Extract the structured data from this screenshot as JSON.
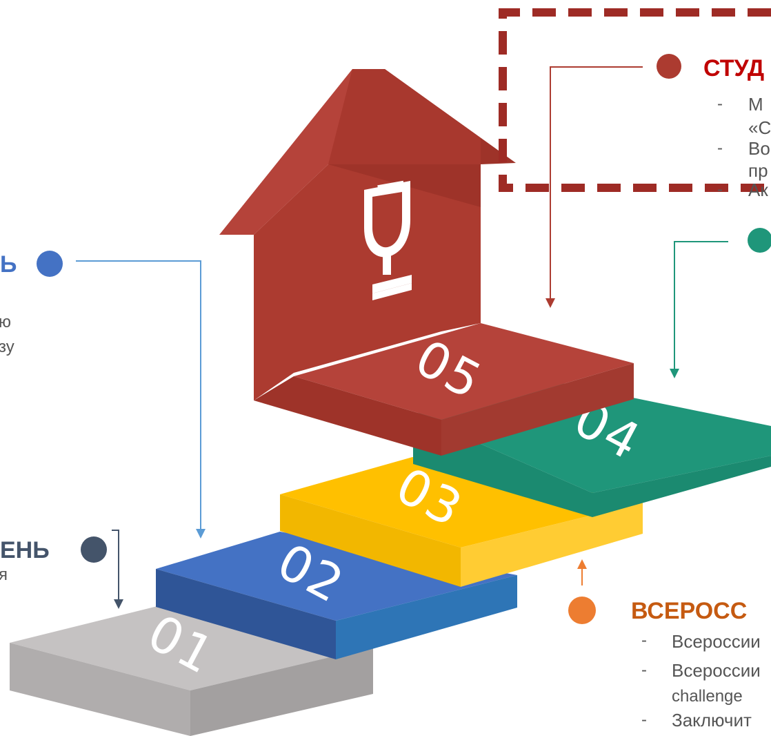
{
  "colors": {
    "step1": "#b0adad",
    "step2": "#4472c4",
    "step3": "#ffc000",
    "step4": "#1f967a",
    "step5": "#ac3b30",
    "frame": "#9e2b25",
    "blue_dot": "#4472c4",
    "navy_dot": "#44546a",
    "teal_dot": "#1f967a",
    "red_dot": "#ac3b30",
    "orange_dot": "#ed7d31"
  },
  "steps": [
    {
      "number": "01"
    },
    {
      "number": "02"
    },
    {
      "number": "03"
    },
    {
      "number": "04"
    },
    {
      "number": "05"
    }
  ],
  "trophy_icon": "trophy-icon",
  "levels": {
    "student": {
      "title": "СТУД",
      "bullets": [
        "М",
        "«С",
        "Во",
        "пр",
        "Ак"
      ],
      "dash": "-"
    },
    "blue": {
      "title": "Ь",
      "lines": [
        "ю",
        "зу"
      ]
    },
    "navy": {
      "title": "ЕНЬ",
      "lines": [
        "я"
      ]
    },
    "all_russian": {
      "title": "ВСЕРОСС",
      "bullets": [
        "Всероссии",
        "Всероссии",
        "challenge",
        "Заключит"
      ],
      "dash": "-"
    }
  }
}
